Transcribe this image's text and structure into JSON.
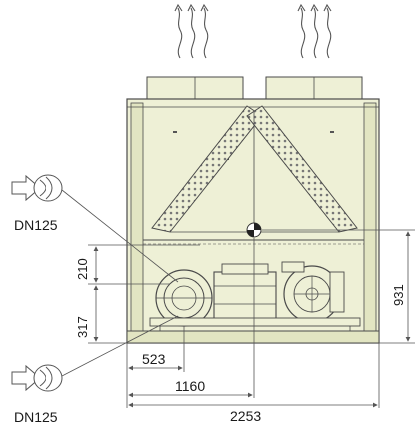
{
  "colors": {
    "housing_fill": "#eef0d6",
    "housing_dark": "#e2e5c2",
    "line": "#4a4a4a",
    "dim_line": "#555555",
    "text": "#1a1a1a"
  },
  "labels": {
    "inlet_top": "DN125",
    "inlet_bottom": "DN125",
    "dim_210": "210",
    "dim_317": "317",
    "dim_931": "931",
    "dim_523": "523",
    "dim_1160": "1160",
    "dim_2253": "2253"
  },
  "icons": {
    "exhaust_left": "airflow-arrows-icon",
    "exhaust_right": "airflow-arrows-icon",
    "pipe_top": "pipe-connection-icon",
    "pipe_bottom": "pipe-connection-icon"
  }
}
